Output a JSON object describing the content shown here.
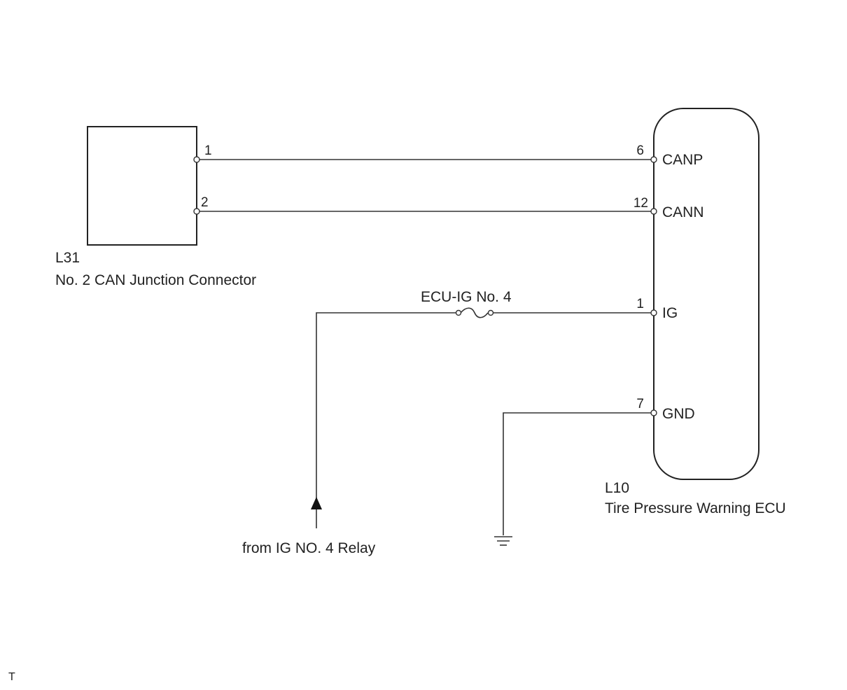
{
  "connector_l31": {
    "code": "L31",
    "name": "No. 2 CAN Junction Connector",
    "pin_1": "1",
    "pin_2": "2"
  },
  "ecu_l10": {
    "code": "L10",
    "name": "Tire Pressure Warning ECU",
    "pins": [
      {
        "number": "6",
        "signal": "CANP"
      },
      {
        "number": "12",
        "signal": "CANN"
      },
      {
        "number": "1",
        "signal": "IG"
      },
      {
        "number": "7",
        "signal": "GND"
      }
    ]
  },
  "fuse": {
    "label": "ECU-IG No. 4"
  },
  "power_source": {
    "label": "from IG NO. 4 Relay"
  },
  "footer": {
    "mark": "T"
  }
}
